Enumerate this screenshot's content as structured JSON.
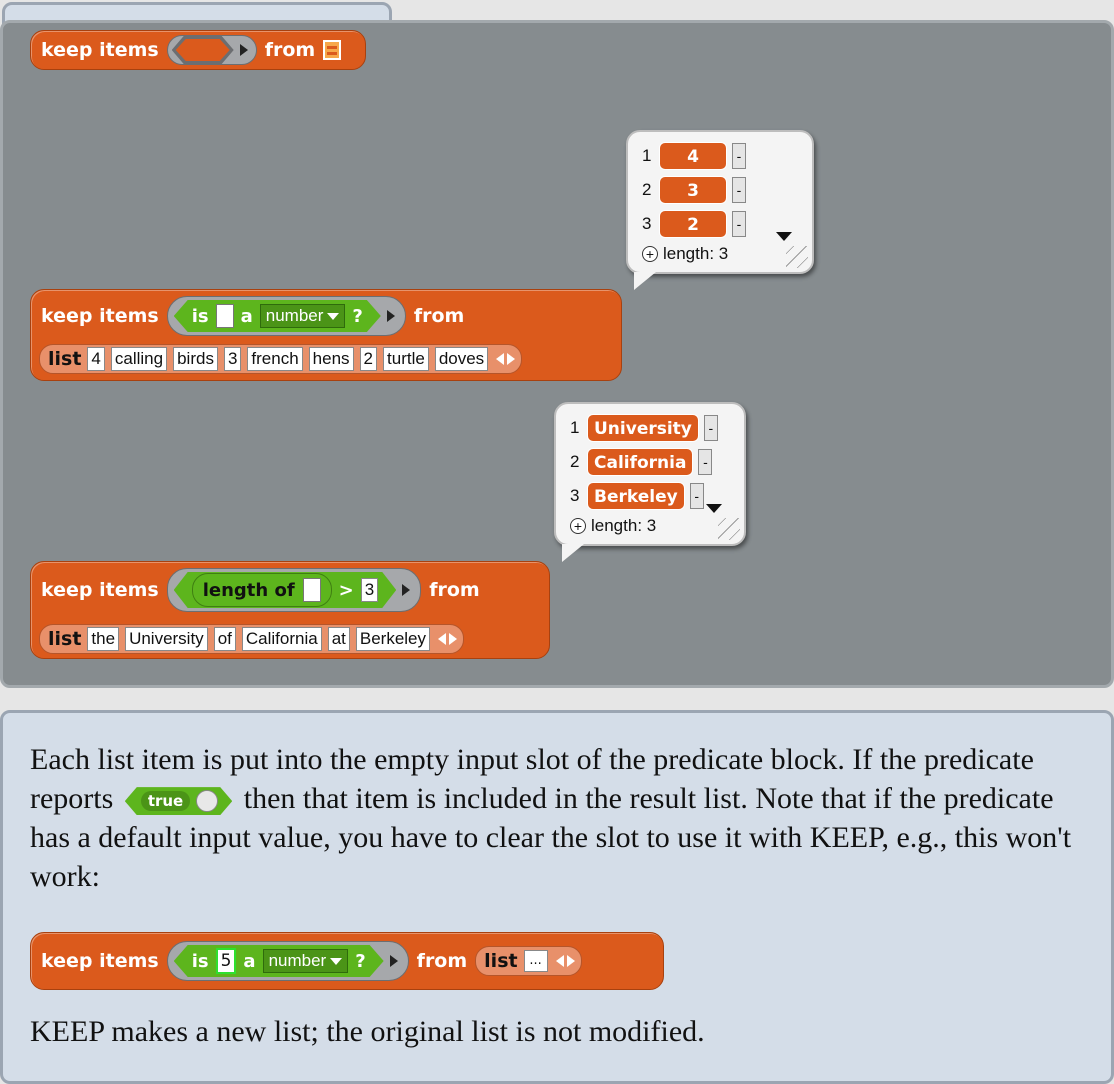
{
  "top_block": {
    "keep_label": "keep items",
    "from_label": "from"
  },
  "example1": {
    "keep_label": "keep items",
    "is_label": "is",
    "a_label": "a",
    "type_dropdown": "number",
    "question": "?",
    "from_label": "from",
    "list_label": "list",
    "items": [
      "4",
      "calling",
      "birds",
      "3",
      "french",
      "hens",
      "2",
      "turtle",
      "doves"
    ],
    "result": {
      "rows": [
        {
          "index": "1",
          "value": "4"
        },
        {
          "index": "2",
          "value": "3"
        },
        {
          "index": "3",
          "value": "2"
        }
      ],
      "length_label": "length: 3"
    }
  },
  "example2": {
    "keep_label": "keep items",
    "length_of_label": "length of",
    "gt_label": ">",
    "threshold": "3",
    "from_label": "from",
    "list_label": "list",
    "items": [
      "the",
      "University",
      "of",
      "California",
      "at",
      "Berkeley"
    ],
    "result": {
      "rows": [
        {
          "index": "1",
          "value": "University"
        },
        {
          "index": "2",
          "value": "California"
        },
        {
          "index": "3",
          "value": "Berkeley"
        }
      ],
      "length_label": "length: 3"
    }
  },
  "explanation": {
    "para1_a": "Each list item is put into the empty input slot of the predicate block. If the predicate reports",
    "true_label": "true",
    "para1_b": "then that item is included in the result list. Note that if the predicate has a default input value, you have to clear the slot to use it with KEEP, e.g., this won't work:",
    "para2": "KEEP makes a new list; the original list is not modified."
  },
  "bad_example": {
    "keep_label": "keep items",
    "is_label": "is",
    "value": "5",
    "a_label": "a",
    "type_dropdown": "number",
    "question": "?",
    "from_label": "from",
    "list_label": "list",
    "placeholder": "..."
  },
  "colors": {
    "control_orange": "#db5a1c",
    "operator_green": "#5db51d",
    "script_area": "#868c8f",
    "help_panel": "#d4dde8"
  }
}
